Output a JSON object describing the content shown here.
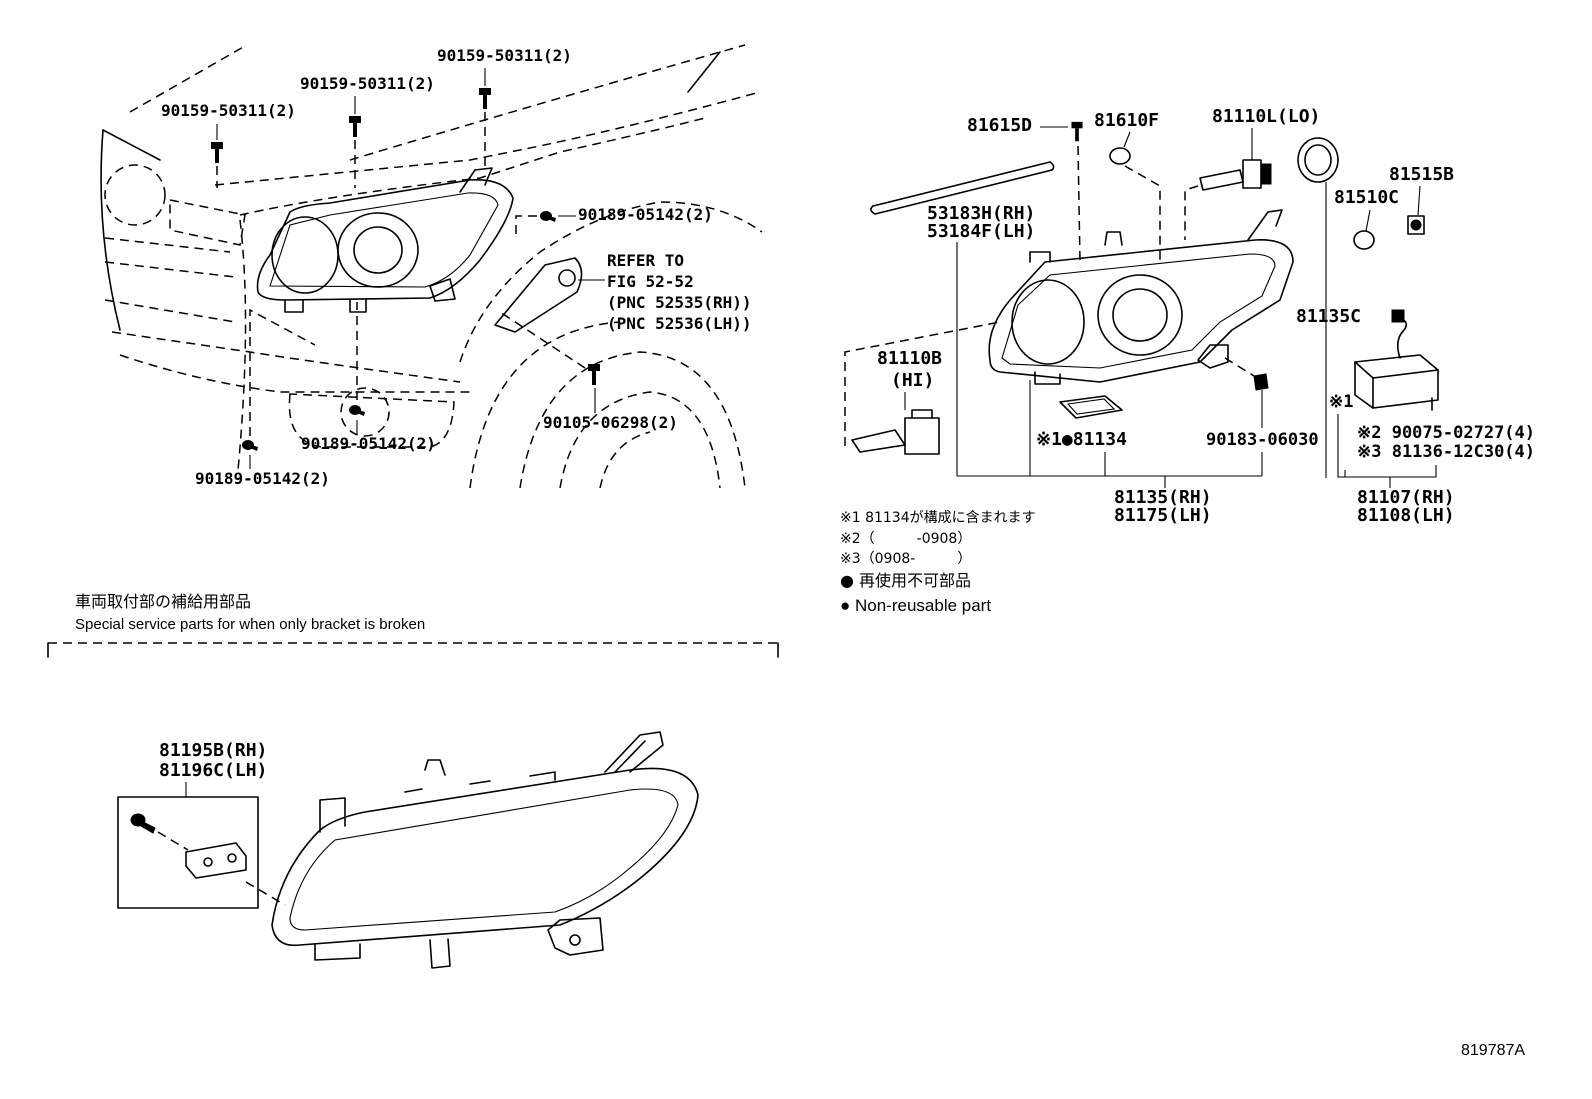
{
  "colors": {
    "ink": "#000000",
    "paper": "#ffffff"
  },
  "upper_left": {
    "bolt_top": "90159-50311(2)",
    "bolt_middle": "90159-50311(2)",
    "bolt_left": "90159-50311(2)",
    "screw_right": "90189-05142(2)",
    "refer": [
      "REFER TO",
      "FIG 52-52",
      "(PNC 52535(RH))",
      "(PNC 52536(LH))"
    ],
    "bolt_wheel": "90105-06298(2)",
    "screw_center": "90189-05142(2)",
    "screw_bottom": "90189-05142(2)"
  },
  "upper_right": {
    "bolt": "81615D",
    "cap": "81610F",
    "bulb_lo": "81110L(LO)",
    "socket": "81515B",
    "socket_cap": "81510C",
    "strip": [
      "53183H(RH)",
      "53184F(LH)"
    ],
    "ring": "81135C",
    "bulb_hi": "81110B",
    "bulb_hi_note": "(HI)",
    "ballast_mark": "※1",
    "screw_note": "※2 90075-02727(4)",
    "bolt_note": "※3 81136-12C30(4)",
    "gasket": "※1●81134",
    "clip": "90183-06030",
    "lamp_assembly": [
      "81135(RH)",
      "81175(LH)"
    ],
    "ballast": [
      "81107(RH)",
      "81108(LH)"
    ]
  },
  "notes": [
    "※1 81134が構成に含まれます",
    "※2（　　　-0908）",
    "※3（0908-　　　）",
    "● 再使用不可部品",
    "● Non-reusable part"
  ],
  "special_section": {
    "title_ja": "車両取付部の補給用部品",
    "title_en": "Special service parts for when only bracket is broken",
    "kit": [
      "81195B(RH)",
      "81196C(LH)"
    ]
  },
  "figure_id": "819787A"
}
